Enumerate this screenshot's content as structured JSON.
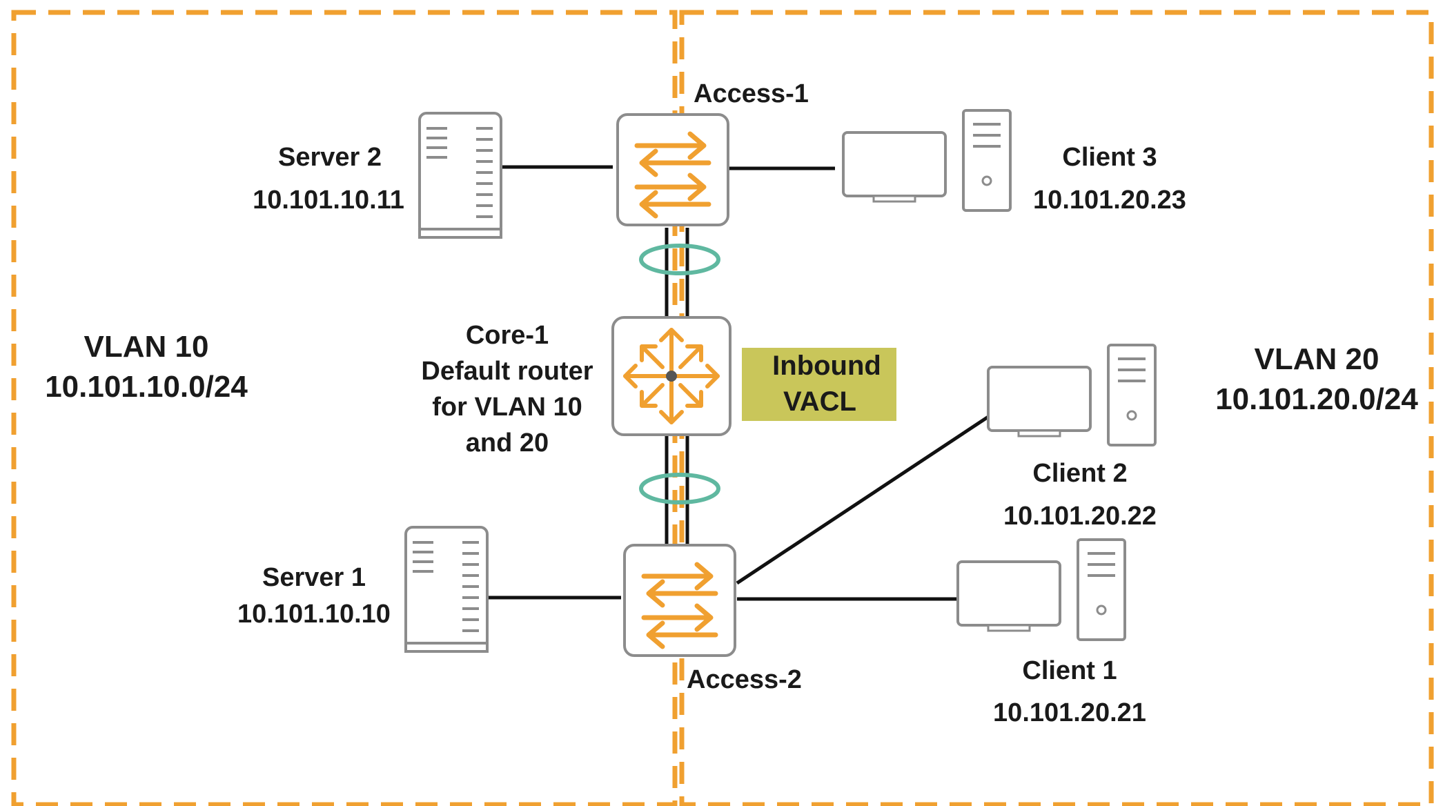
{
  "colors": {
    "vlan_boundary": "#f0a030",
    "device_outline": "#8c8c8c",
    "switch_arrow": "#f0a030",
    "link": "#111111",
    "lag_ring": "#5fb8a0",
    "vacl_box": "#c9c65a",
    "text": "#1a1a1a"
  },
  "vlans": {
    "vlan10": {
      "name": "VLAN 10",
      "subnet": "10.101.10.0/24"
    },
    "vlan20": {
      "name": "VLAN 20",
      "subnet": "10.101.20.0/24"
    }
  },
  "switches": {
    "access1": {
      "label": "Access-1",
      "icon": "switch-icon"
    },
    "core1": {
      "label_lines": [
        "Core-1",
        "Default router",
        "for VLAN 10",
        "and 20"
      ],
      "icon": "router-icon"
    },
    "access2": {
      "label": "Access-2",
      "icon": "switch-icon"
    }
  },
  "vacl": {
    "lines": [
      "Inbound",
      "VACL"
    ]
  },
  "servers": {
    "server2": {
      "name": "Server 2",
      "ip": "10.101.10.11",
      "icon": "server-icon"
    },
    "server1": {
      "name": "Server 1",
      "ip": "10.101.10.10",
      "icon": "server-icon"
    }
  },
  "clients": {
    "client3": {
      "name": "Client 3",
      "ip": "10.101.20.23",
      "icon": "workstation-icon"
    },
    "client2": {
      "name": "Client 2",
      "ip": "10.101.20.22",
      "icon": "workstation-icon"
    },
    "client1": {
      "name": "Client 1",
      "ip": "10.101.20.21",
      "icon": "workstation-icon"
    }
  }
}
